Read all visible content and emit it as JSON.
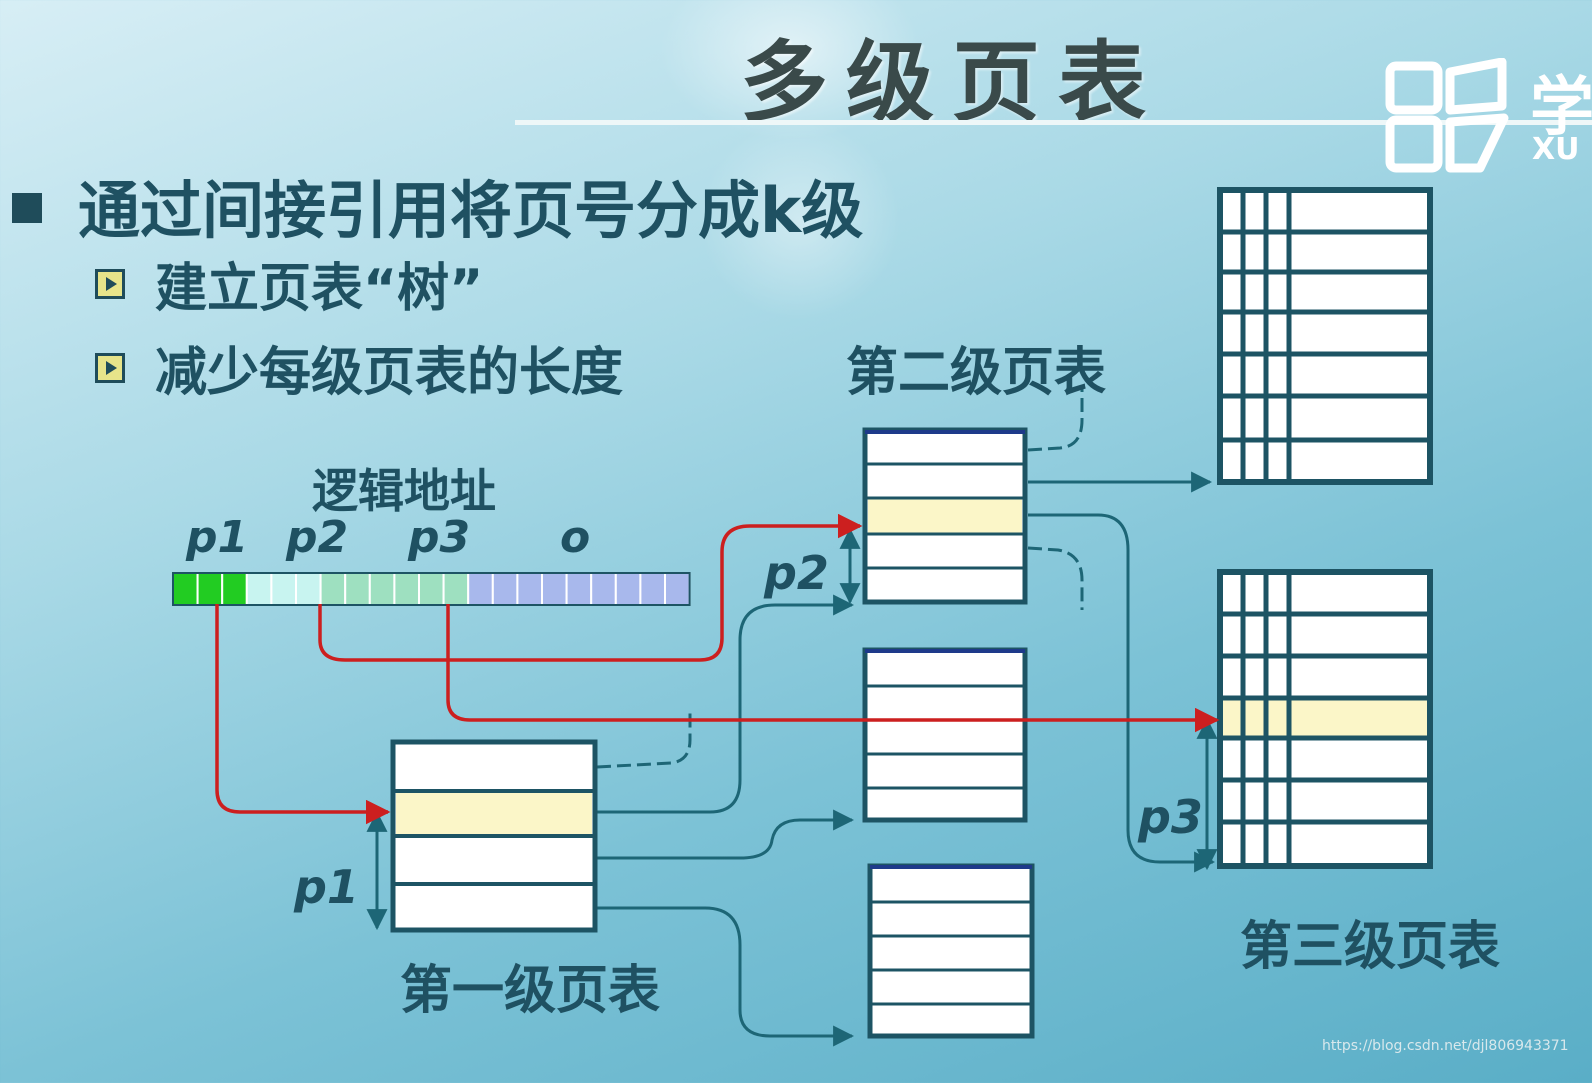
{
  "title": "多级页表",
  "logo": {
    "text_1": "学",
    "text_2": "XU"
  },
  "bullets": {
    "main": "通过间接引用将页号分成k级",
    "subs": [
      "建立页表“树”",
      "减少每级页表的长度"
    ]
  },
  "diagram": {
    "logical_address_label": "逻辑地址",
    "field_labels": {
      "p1": "p1",
      "p2": "p2",
      "p3": "p3",
      "o": "o"
    },
    "level1_label": "第一级页表",
    "level2_label": "第二级页表",
    "level3_label": "第三级页表",
    "offset_labels": {
      "p1": "p1",
      "p2": "p2",
      "p3": "p3"
    },
    "colors": {
      "p1_bits": "#22cc22",
      "p2_bits": "#c8f4f0",
      "p3_bits": "#9ee0c0",
      "o_bits": "#a8b8ec",
      "pointer_red": "#cc1f1f",
      "connector": "#1d6676",
      "table_border": "#1d5464",
      "highlight": "#fbf6c8"
    }
  },
  "watermark": "https://blog.csdn.net/djl806943371"
}
